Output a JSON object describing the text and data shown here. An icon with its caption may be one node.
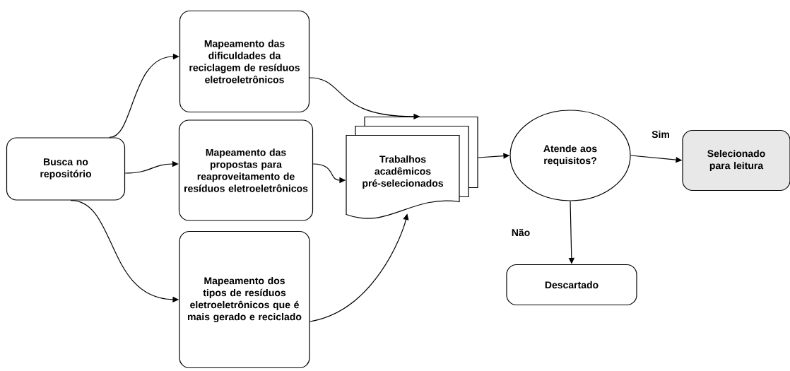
{
  "diagram": {
    "nodes": [
      {
        "text": [
          "Busca no repositório"
        ]
      },
      {
        "text": [
          "Mapeamento das dificuldades da reciclagem de resíduos eletroeletrônicos"
        ]
      },
      {
        "text": [
          "Mapeamento das propostas para reaproveitamento de resíduos eletroeletrônicos"
        ]
      },
      {
        "text": [
          "Mapeamento dos tipos de resíduos eletroeletrônicos que é mais gerado e reciclado"
        ]
      },
      {
        "text": [
          "Trabalhos acadêmicos pré-selecionados"
        ]
      },
      {
        "text": [
          "Atende aos requisitos?"
        ]
      },
      {
        "text": [
          "Selecionado para leitura"
        ]
      },
      {
        "text": [
          "Descartado"
        ]
      }
    ],
    "edges": [
      {
        "from": 0,
        "to": 1,
        "arrow": "to"
      },
      {
        "from": 0,
        "to": 2,
        "arrow": "to"
      },
      {
        "from": 0,
        "to": 3,
        "arrow": "to"
      },
      {
        "from": 1,
        "to": 4,
        "arrow": "to"
      },
      {
        "from": 2,
        "to": 4,
        "arrow": "to"
      },
      {
        "from": 3,
        "to": 4,
        "arrow": "to"
      },
      {
        "from": 4,
        "to": 5,
        "arrow": "to"
      },
      {
        "from": 5,
        "to": 6,
        "arrow": "to",
        "label": "Sim"
      },
      {
        "from": 5,
        "to": 7,
        "arrow": "to",
        "label": "Não"
      }
    ]
  }
}
